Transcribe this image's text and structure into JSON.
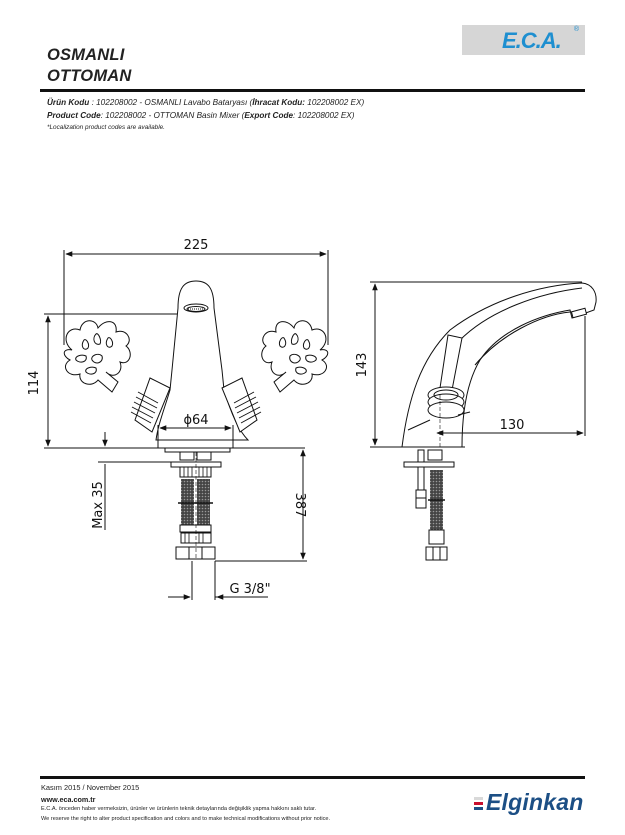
{
  "header": {
    "brand_logo": "E.C.A.",
    "brand_reg_mark": "®",
    "brand_color": "#1e8fd0",
    "title_tr": "OSMANLI",
    "title_en": "OTTOMAN"
  },
  "product_info": {
    "tr_label": "Ürün Kodu",
    "tr_sep": "   : ",
    "tr_value": "102208002 - OSMANLI Lavabo Bataryası (",
    "tr_export_label": "İhracat Kodu:",
    "tr_export_value": " 102208002 EX)",
    "en_label": "Product Code",
    "en_sep": ": ",
    "en_value": "102208002 - OTTOMAN Basin Mixer (",
    "en_export_label": "Export Code",
    "en_export_value": ": 102208002 EX)",
    "note": "*Localization product codes are available."
  },
  "drawing": {
    "front_view": {
      "width_dim": "225",
      "height_dim": "114",
      "base_diameter_dim": "ϕ64",
      "max_thickness_dim": "Max 35",
      "hose_length_dim": "387",
      "thread_dim": "G 3/8\""
    },
    "side_view": {
      "height_dim": "143",
      "reach_dim": "130"
    }
  },
  "footer": {
    "date": "Kasım 2015 / November 2015",
    "website": "www.eca.com.tr",
    "disclaimer_tr": "E.C.A. önceden haber vermeksizin, ürünler ve ürünlerin teknik detaylarında değişiklik yapma hakkını saklı tutar.",
    "disclaimer_en": "We reserve the right to alter product specification and colors and to make technical modifications without prior notice.",
    "partner_logo": "Elginkan",
    "partner_colors": [
      "#d9d9d9",
      "#c8102e",
      "#1c4f85"
    ]
  }
}
